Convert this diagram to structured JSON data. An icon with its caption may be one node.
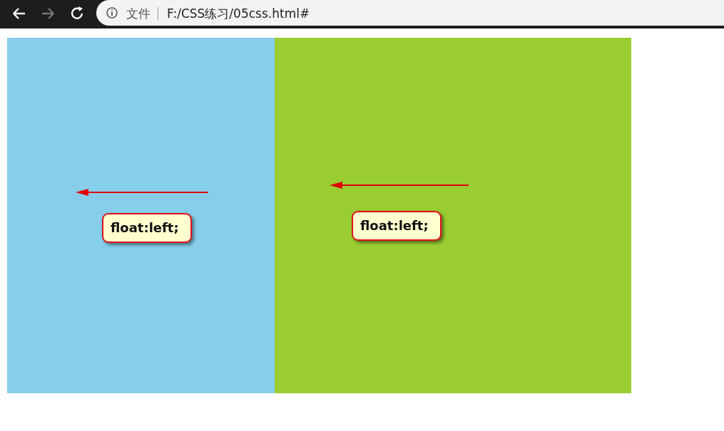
{
  "diagram": {
    "nodes": [
      {
        "text": [],
        "shape": "box"
      },
      {
        "text": [
          "float:left;"
        ],
        "in": 0
      },
      {
        "text": [],
        "shape": "box"
      },
      {
        "text": [
          "float:left;"
        ],
        "in": 2
      }
    ],
    "edges": [],
    "labels": [
      "文件",
      "F:/CSS练习/05css.html#"
    ]
  }
}
